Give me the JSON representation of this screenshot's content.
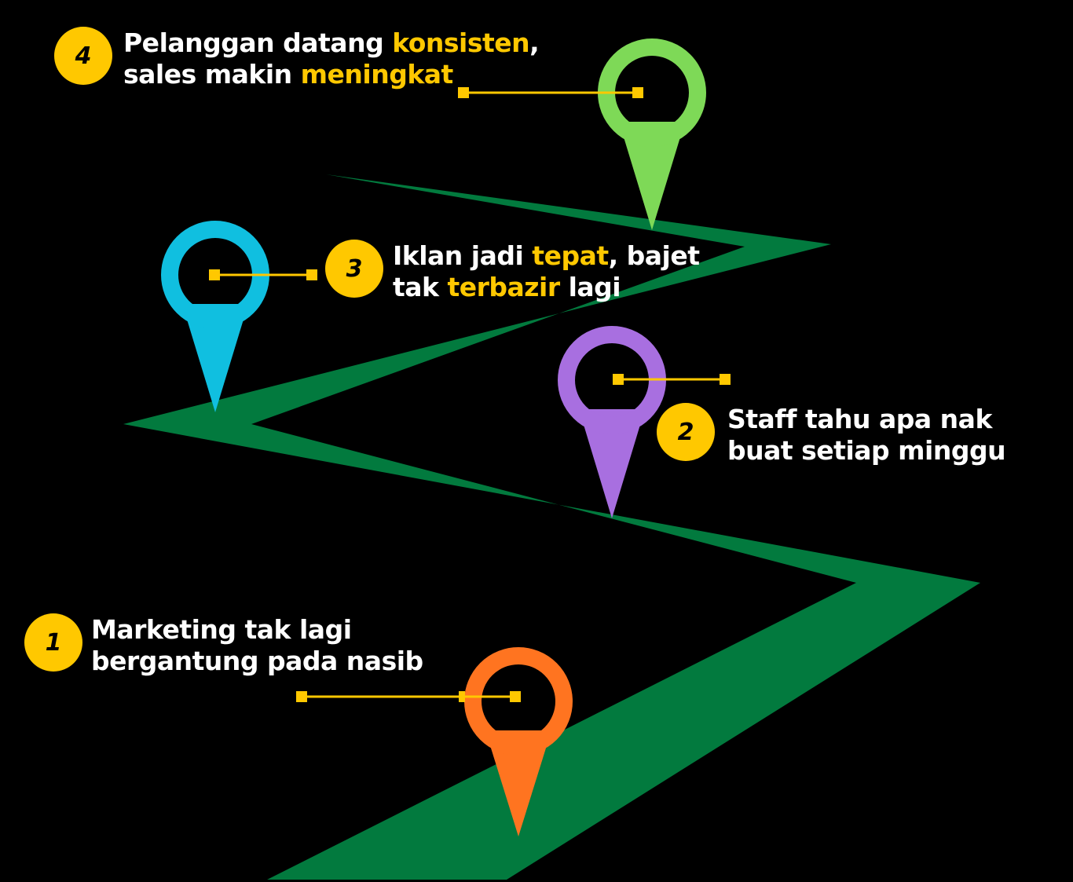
{
  "colors": {
    "road": "#027a3e",
    "accent": "#ffc800",
    "pin1": "#ff7420",
    "pin2": "#a86fe0",
    "pin3": "#10bfe0",
    "pin4": "#7ed957"
  },
  "steps": [
    {
      "number": "1",
      "line1": "Marketing tak lagi",
      "line2": "bergantung pada nasib"
    },
    {
      "number": "2",
      "line1": "Staff tahu apa nak",
      "line2": "buat setiap minggu"
    },
    {
      "number": "3",
      "line1_a": "Iklan jadi ",
      "line1_hl": "tepat",
      "line1_b": ", bajet",
      "line2_a": "tak ",
      "line2_hl": "terbazir",
      "line2_b": " lagi"
    },
    {
      "number": "4",
      "line1_a": "Pelanggan datang ",
      "line1_hl": "konsisten",
      "line1_b": ",",
      "line2_a": "sales makin ",
      "line2_hl": "meningkat"
    }
  ]
}
